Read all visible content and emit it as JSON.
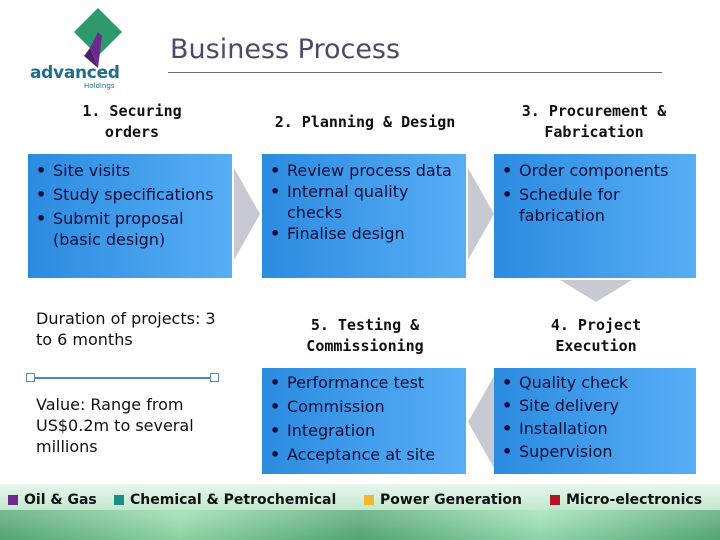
{
  "logo": {
    "text": "advanced",
    "subtext": "Holdings",
    "colors": {
      "green": "#2e9a6b",
      "purple": "#6b2a8c",
      "blue": "#1f6e8c"
    }
  },
  "page": {
    "title": "Business Process"
  },
  "steps": [
    {
      "heading": "1. Securing orders",
      "bullets": [
        "Site visits",
        "Study specifications",
        "Submit proposal (basic design)"
      ]
    },
    {
      "heading": "2. Planning & Design",
      "bullets": [
        "Review process data",
        "Internal quality checks",
        "Finalise design"
      ]
    },
    {
      "heading": "3. Procurement & Fabrication",
      "bullets": [
        "Order components",
        "Schedule for fabrication"
      ]
    },
    {
      "heading": "4. Project Execution",
      "bullets": [
        "Quality check",
        "Site delivery",
        "Installation",
        "Supervision"
      ]
    },
    {
      "heading": "5. Testing & Commissioning",
      "bullets": [
        "Performance test",
        "Commission",
        "Integration",
        "Acceptance at site"
      ]
    }
  ],
  "notes": {
    "duration": "Duration of projects: 3 to 6 months",
    "value": "Value: Range from US$0.2m to several millions"
  },
  "footer": [
    {
      "label": "Oil & Gas",
      "color": "#6b2a8c"
    },
    {
      "label": "Chemical & Petrochemical",
      "color": "#1f8a8a"
    },
    {
      "label": "Power Generation",
      "color": "#f2b630"
    },
    {
      "label": "Micro-electronics",
      "color": "#b4142a"
    }
  ],
  "colors": {
    "box_blue": "#3a97ea",
    "arrow_gray": "#c9c9d4",
    "title": "#4a4a6a"
  }
}
